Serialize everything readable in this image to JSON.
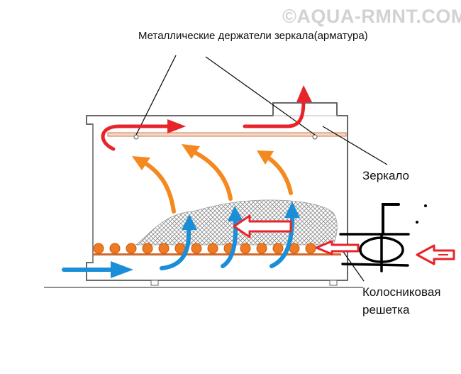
{
  "watermark": "©AQUA-RMNT.COM",
  "labels": {
    "holders": "Металлические держатели зеркала(арматура)",
    "mirror": "Зеркало",
    "grate_line1": "Колосниковая",
    "grate_line2": "решетка"
  },
  "colors": {
    "hot_air": "#e8242a",
    "warm_air": "#f5891f",
    "cold_air": "#1a8fd8",
    "coals": "#ef7a22",
    "grate_bar": "#d06a2a",
    "mirror": "#cc7a4a",
    "furnace_outline": "#555555"
  },
  "icons": [
    "hot-air-arrow-icon",
    "warm-air-arrow-icon",
    "cold-air-arrow-icon",
    "air-damper-icon"
  ]
}
